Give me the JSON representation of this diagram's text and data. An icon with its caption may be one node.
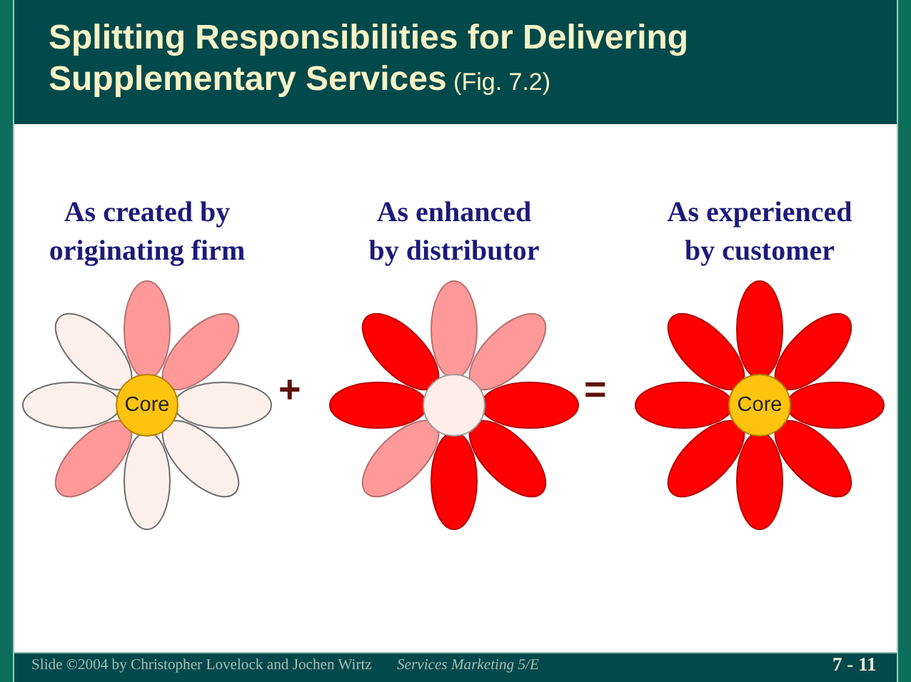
{
  "diagram": {
    "title": "**Splitting Responsibilities for Delivering Supplementary Services** (Fig. 7.2)",
    "nodes": [
      {
        "text": [
          "As created by originating firm"
        ]
      },
      {
        "text": [
          "Core"
        ],
        "in": 0
      },
      {
        "text": [
          "As enhanced by distributor"
        ]
      },
      {
        "text": [],
        "shape": "circle",
        "in": 2
      },
      {
        "text": [
          "As experienced by customer"
        ]
      },
      {
        "text": [
          "Core"
        ],
        "in": 4
      }
    ],
    "labels": [
      "+",
      "=",
      "Slide ©2004 by Christopher Lovelock and Jochen Wirtz",
      "Services Marketing 5/E",
      "7 - 11"
    ]
  }
}
